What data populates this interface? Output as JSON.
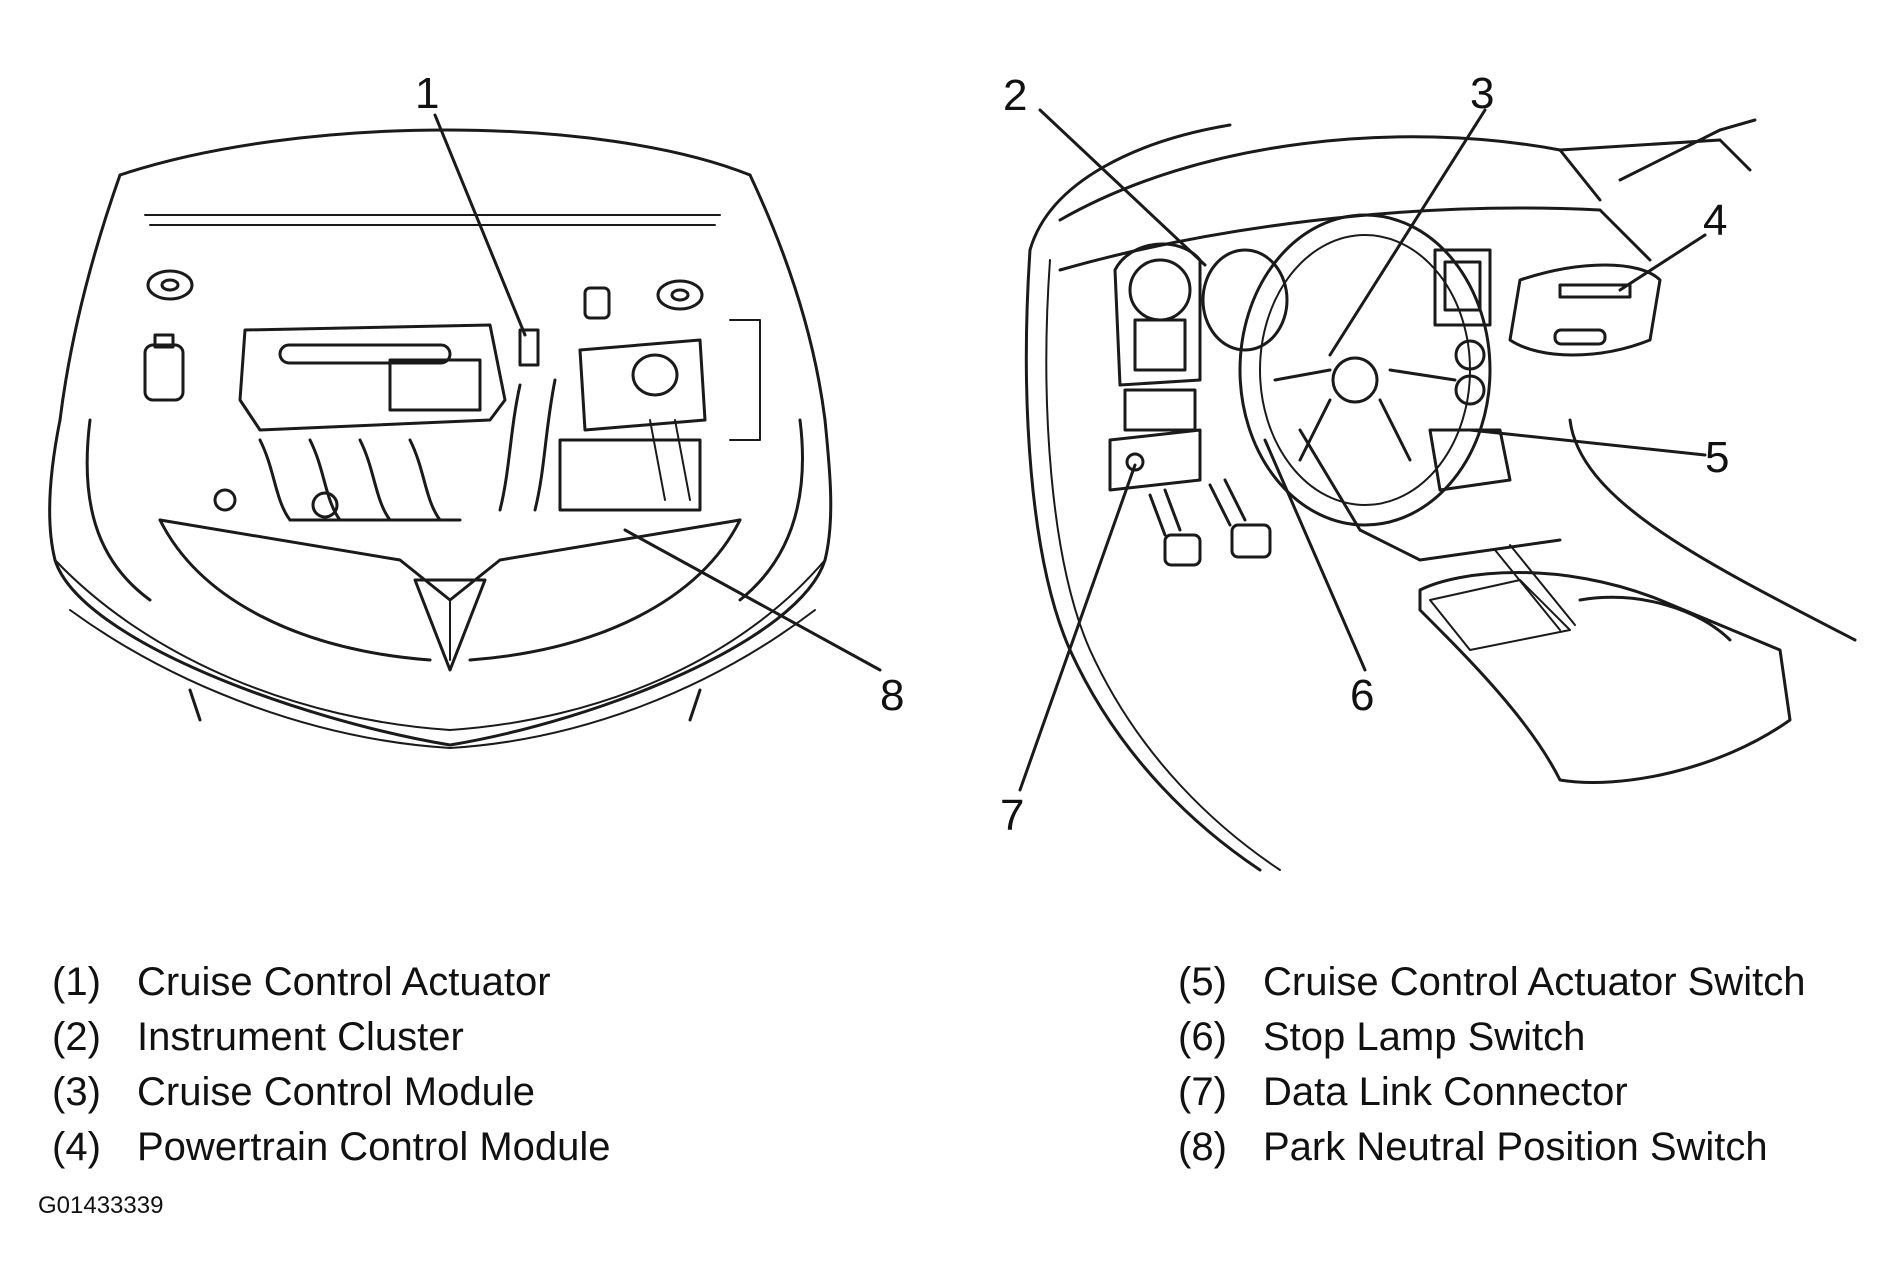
{
  "callouts": [
    "1",
    "2",
    "3",
    "4",
    "5",
    "6",
    "7",
    "8"
  ],
  "legend_left": [
    {
      "num": "(1)",
      "label": "Cruise Control Actuator"
    },
    {
      "num": "(2)",
      "label": "Instrument Cluster"
    },
    {
      "num": "(3)",
      "label": "Cruise Control Module"
    },
    {
      "num": "(4)",
      "label": "Powertrain Control Module"
    }
  ],
  "legend_right": [
    {
      "num": "(5)",
      "label": "Cruise Control Actuator Switch"
    },
    {
      "num": "(6)",
      "label": "Stop Lamp Switch"
    },
    {
      "num": "(7)",
      "label": "Data Link Connector"
    },
    {
      "num": "(8)",
      "label": "Park Neutral Position Switch"
    }
  ],
  "figure_id": "G01433339"
}
